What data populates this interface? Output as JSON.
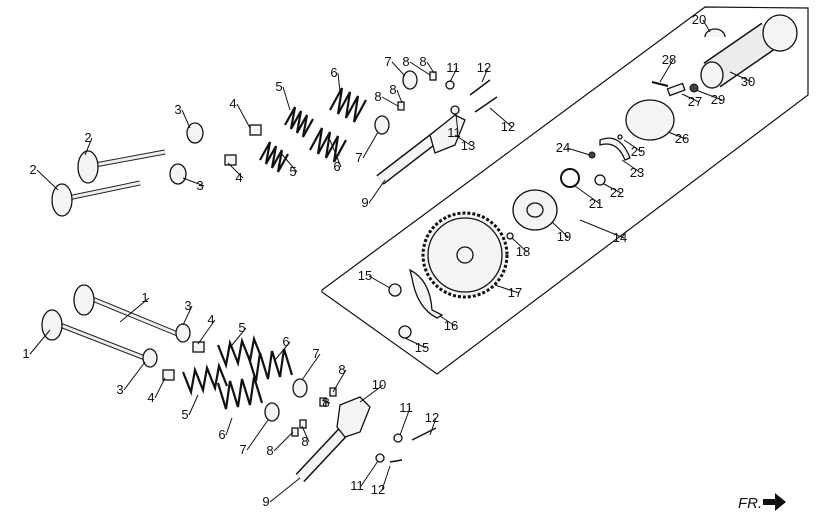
{
  "diagram": {
    "type": "exploded-parts-view",
    "callouts": [
      "1",
      "1",
      "2",
      "2",
      "3",
      "3",
      "3",
      "3",
      "4",
      "4",
      "4",
      "4",
      "5",
      "5",
      "5",
      "5",
      "6",
      "6",
      "6",
      "6",
      "7",
      "7",
      "7",
      "7",
      "8",
      "8",
      "8",
      "8",
      "8",
      "8",
      "8",
      "8",
      "9",
      "9",
      "10",
      "11",
      "11",
      "11",
      "11",
      "12",
      "12",
      "12",
      "12",
      "13",
      "14",
      "15",
      "15",
      "16",
      "17",
      "18",
      "19",
      "20",
      "21",
      "22",
      "23",
      "24",
      "25",
      "26",
      "27",
      "28",
      "29",
      "30"
    ],
    "direction_label": "FR.",
    "direction_icon": "arrow-right-icon"
  }
}
